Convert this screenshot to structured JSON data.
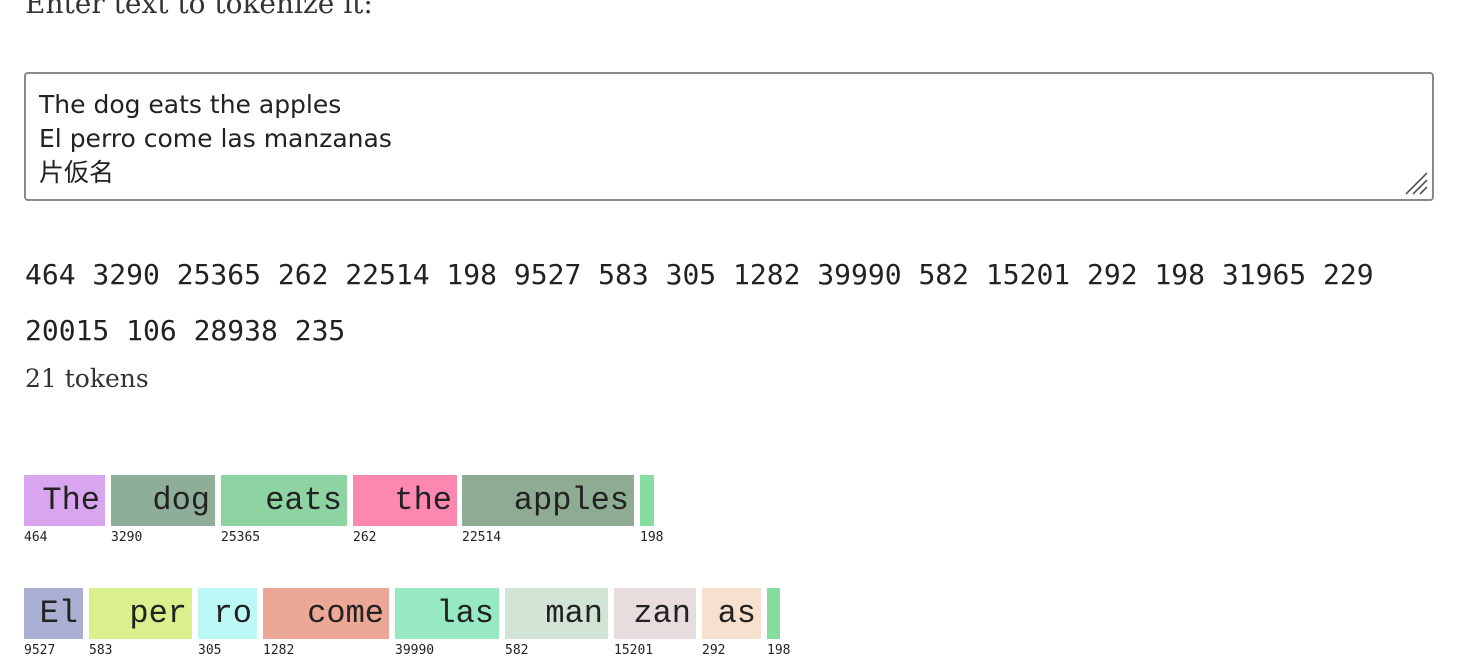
{
  "prompt_label": "Enter text to tokenize it:",
  "input": {
    "value": "The dog eats the apples\nEl perro come las manzanas\n片仮名"
  },
  "token_ids_text": "464 3290 25365 262 22514 198 9527 583 305 1282 39990 582 15201 292 198 31965 229 20015 106 28938 235",
  "token_count_text": "21 tokens",
  "token_lines": [
    [
      {
        "text": "The",
        "id": "464",
        "color": "#d9a5ee"
      },
      {
        "text": " dog",
        "id": "3290",
        "color": "#8eae9a"
      },
      {
        "text": " eats",
        "id": "25365",
        "color": "#8ed3a2"
      },
      {
        "text": " the",
        "id": "262",
        "color": "#fc88b2"
      },
      {
        "text": " apples",
        "id": "22514",
        "color": "#8fab92"
      },
      {
        "text": "",
        "id": "198",
        "color": "#86dd9f"
      }
    ],
    [
      {
        "text": "El",
        "id": "9527",
        "color": "#aaaed2"
      },
      {
        "text": " per",
        "id": "583",
        "color": "#d9f08d"
      },
      {
        "text": "ro",
        "id": "305",
        "color": "#bcf8f5"
      },
      {
        "text": " come",
        "id": "1282",
        "color": "#eca797"
      },
      {
        "text": " las",
        "id": "39990",
        "color": "#96e9c2"
      },
      {
        "text": " man",
        "id": "582",
        "color": "#d2e4d5"
      },
      {
        "text": "zan",
        "id": "15201",
        "color": "#e8dcdc"
      },
      {
        "text": "as",
        "id": "292",
        "color": "#f8e0cf"
      },
      {
        "text": "",
        "id": "198",
        "color": "#86dd9f"
      }
    ]
  ]
}
